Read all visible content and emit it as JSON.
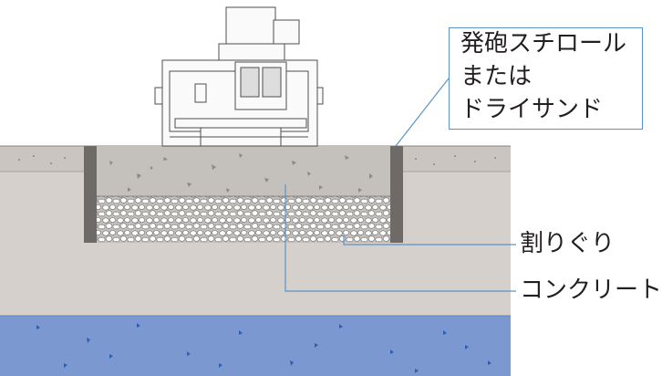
{
  "labels": {
    "fill_material": [
      "発砲スチロール",
      "または",
      "ドライサンド"
    ],
    "crushed_stone": "割りぐり",
    "concrete": "コンクリート"
  },
  "colors": {
    "soil": "#d5d0cb",
    "concrete": "#c4c0bb",
    "wall": "#6d6a67",
    "groundwater": "#7b98d0",
    "leader_line": "#5a93c8",
    "machine_line": "#4f4f4f"
  },
  "icons": {
    "machine": "machine-tool-icon"
  }
}
